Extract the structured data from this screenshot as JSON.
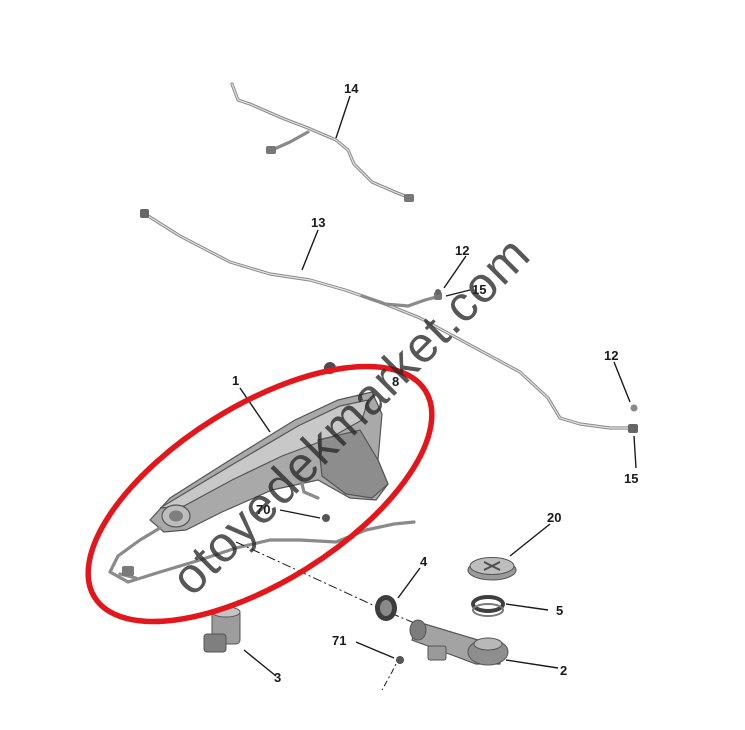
{
  "callouts": {
    "c14": "14",
    "c13": "13",
    "c12a": "12",
    "c15a": "15",
    "c12b": "12",
    "c15b": "15",
    "c1": "1",
    "c8": "8",
    "c70": "70",
    "c4": "4",
    "c20": "20",
    "c5": "5",
    "c71": "71",
    "c2": "2",
    "c3": "3"
  },
  "watermark": "otoyedekmarket.com",
  "colors": {
    "highlight_ellipse": "#e3161b",
    "hose": "#8a8a8a",
    "reservoir": "#9a9a9a",
    "line_art": "#1a1a1a"
  }
}
